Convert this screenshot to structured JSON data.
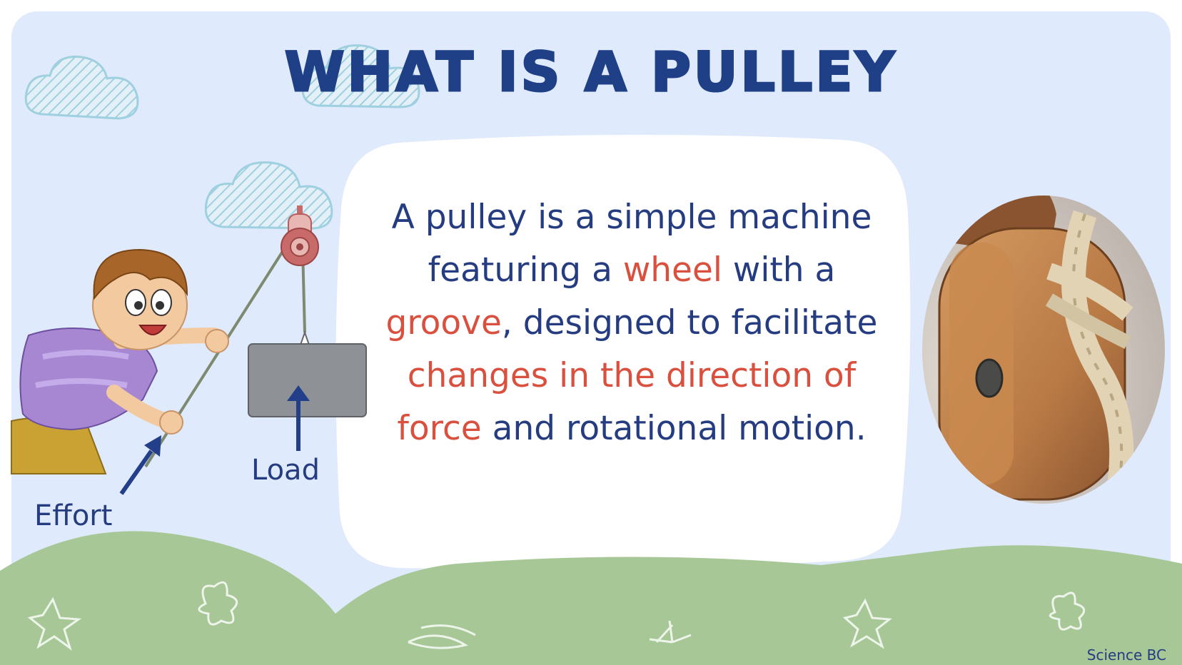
{
  "title": "WHAT IS A PULLEY",
  "definition": {
    "line1": "A pulley is a simple machine",
    "line2_pre": "featuring a ",
    "line2_hl": "wheel",
    "line2_post": " with a",
    "line3_hl": "groove",
    "line3_post": ", designed to facilitate",
    "line4_hl": "changes in the direction of",
    "line5_hl": "force",
    "line5_post": " and rotational motion."
  },
  "diagram": {
    "load_label": "Load",
    "effort_label": "Effort"
  },
  "credit": "Science BC",
  "colors": {
    "background": "#dfeafc",
    "title": "#1f3f86",
    "text": "#253c80",
    "highlight": "#d9503f",
    "hills": "#a7c796",
    "load_block": "#8e9196",
    "pulley_wheel": "#c96a6a",
    "arrow": "#233f8a"
  },
  "icons": [
    "cloud-icon",
    "cloud-icon",
    "cloud-icon",
    "pulley-wheel-icon",
    "boy-illustration",
    "pulley-photo",
    "star-doodle-icon",
    "flower-doodle-icon"
  ]
}
